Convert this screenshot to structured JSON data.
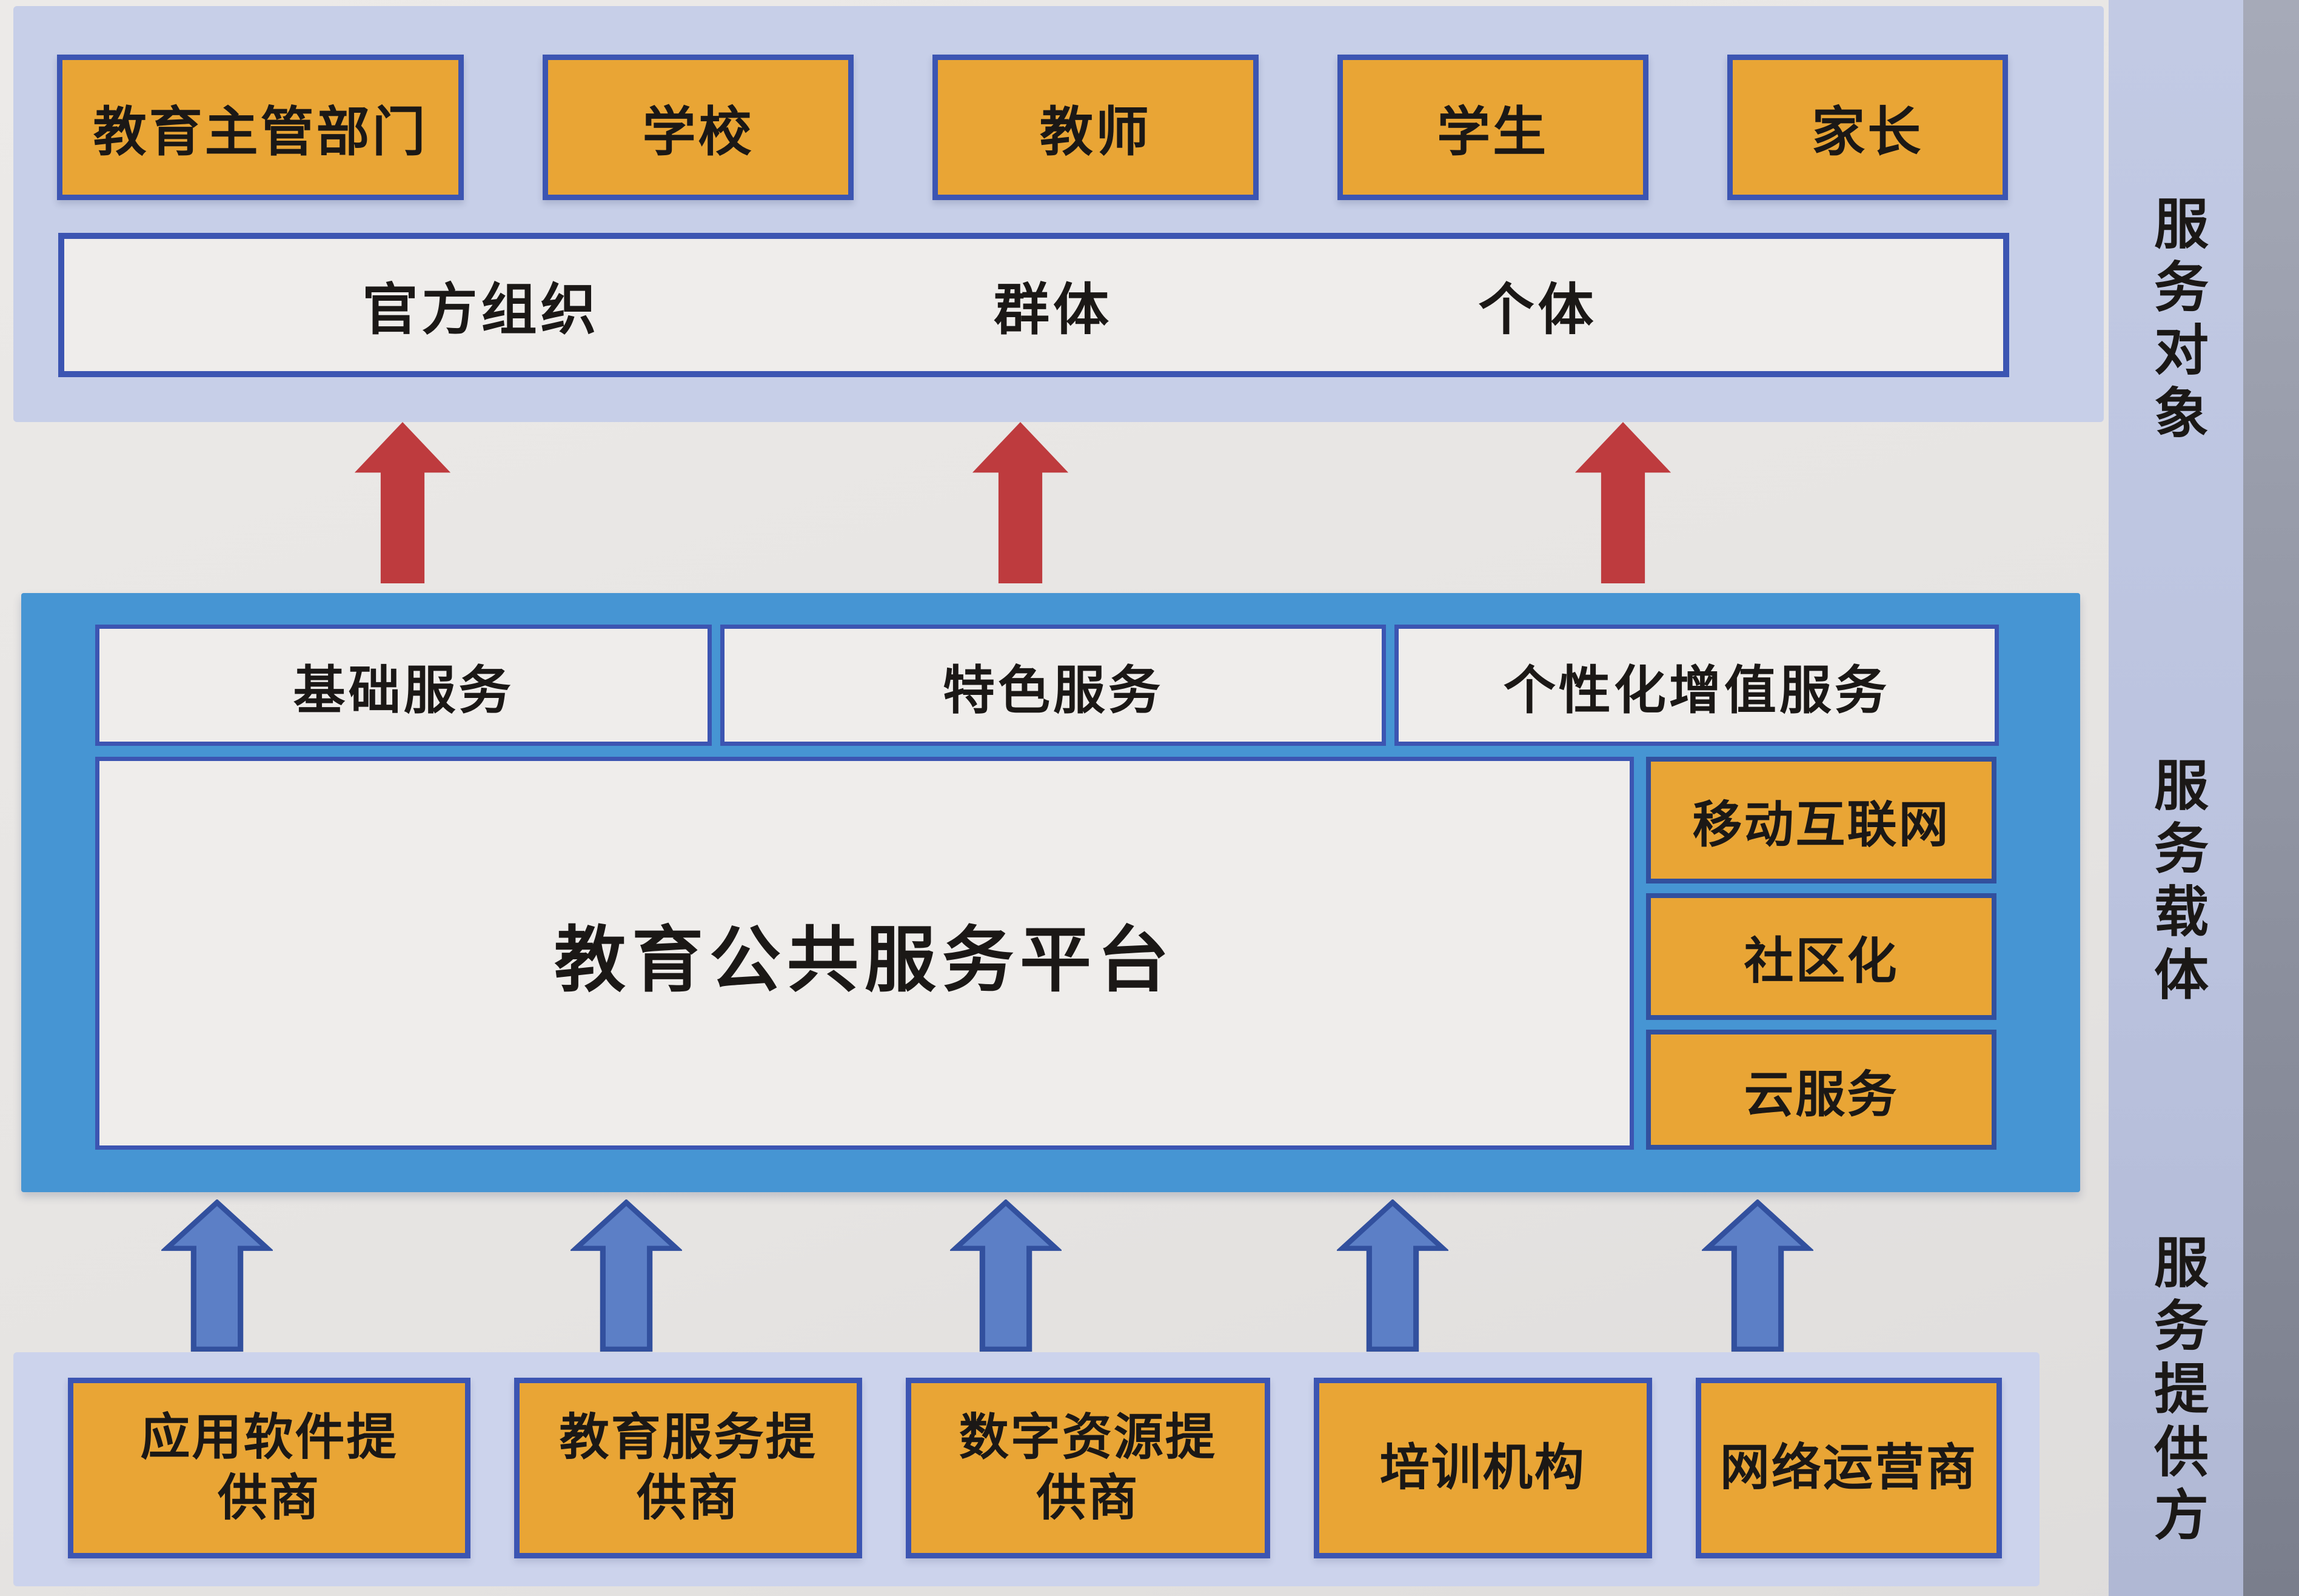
{
  "colors": {
    "page_bg": "#ECEAE8",
    "band": "#C7CFE8",
    "band_bottom": "#CCD3EC",
    "sidebar": "#C2CAE4",
    "container_blue": "#4695D3",
    "orange": "#E9A535",
    "border_blue": "#3C55B2",
    "border_navy": "#32509E",
    "offwhite": "#EFEDEB",
    "red_arrow": "#BE3B3E",
    "blue_arrow": "#5C7FC6",
    "blue_arrow_border": "#32509E",
    "text": "#1B1816",
    "photo_edge_top": "#A6AAB8",
    "photo_edge_bottom": "#7A7E8C"
  },
  "top_row": {
    "boxes": [
      "教育主管部门",
      "学校",
      "教师",
      "学生",
      "家长"
    ]
  },
  "audience_bar": {
    "labels": [
      "官方组织",
      "群体",
      "个体"
    ]
  },
  "service_types": [
    "基础服务",
    "特色服务",
    "个性化增值服务"
  ],
  "platform": {
    "title": "教育公共服务平台",
    "features": [
      "移动互联网",
      "社区化",
      "云服务"
    ]
  },
  "providers": [
    "应用软件提\n供商",
    "教育服务提\n供商",
    "数字资源提\n供商",
    "培训机构",
    "网络运营商"
  ],
  "sidebar": {
    "labels": [
      "服务对象",
      "服务载体",
      "服务提供方"
    ]
  },
  "arrows": {
    "red_count": 3,
    "blue_count": 5
  }
}
